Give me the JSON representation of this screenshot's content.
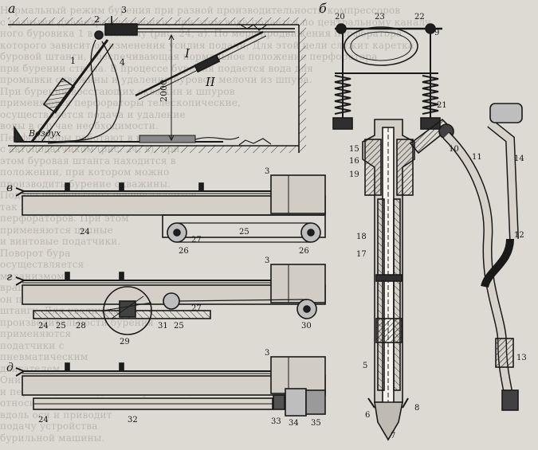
{
  "panels": {
    "a": {
      "letter": "а",
      "roman_1": "I",
      "roman_2": "II",
      "dim": "2000",
      "air": "Воздух",
      "nums": [
        "1",
        "2",
        "3",
        "4"
      ]
    },
    "b": {
      "letter": "б",
      "nums": [
        "20",
        "23",
        "22",
        "9",
        "21",
        "15",
        "16",
        "19",
        "10",
        "11",
        "14",
        "18",
        "17",
        "12",
        "5",
        "6",
        "7",
        "8",
        "13"
      ]
    },
    "v": {
      "letter": "в",
      "nums": [
        "3",
        "24",
        "26",
        "27",
        "25",
        "26"
      ]
    },
    "g": {
      "letter": "г",
      "nums": [
        "3",
        "27",
        "24",
        "25",
        "28",
        "29",
        "31",
        "25",
        "30"
      ]
    },
    "d": {
      "letter": "д",
      "nums": [
        "3",
        "24",
        "32",
        "33",
        "34",
        "35"
      ]
    }
  },
  "background_text": [
    "Нормальный режим бурения при разной производительности компрессоров",
    "с разными диаметрами коронки, при этом вода подается по центральному каналу",
    "ного буровика 1 в скважину (рис. 24, а). По мере продвижения перфоратора",
    "которого зависит от изменения усилия подачи. Для этой цели служит каретка",
    "буровой штанги, обеспечивающая нормальное положение перфоратора",
    "при бурении ствола. В процессе бурения подается вода для",
    "промывки скважины и удаления буровой мелочи из шпура.",
    "При бурении восстающих скважин и шпуров",
    "применяются перфораторы телескопические,",
    "осуществляется подача и удаление",
    "воды в случае необходимости.",
    "Перфораторы работают в комплекте",
    "с автоподатчиком (рис. 24, в), при",
    "этом буровая штанга находится в",
    "положении, при котором можно",
    "производить бурение скважины.",
    "Подача перфоратора осуществляется",
    "так же, как и у колонковых",
    "перфораторов. При этом",
    "применяются цепные",
    "и винтовые податчики.",
    "Поворот бура",
    "осуществляется",
    "механизмом",
    "вращения,",
    "он приводит в движение буровую",
    "штангу. Для увеличения",
    "производительности бурения",
    "применяются",
    "податчики с",
    "пневматическим",
    "двигателем.",
    "Они располагаются на раме",
    "и перемещаются вдоль направляющей",
    "относительно буровой штанги трубы.",
    "вдоль оси и приводит",
    "подачу устройства",
    "бурильной машины."
  ]
}
